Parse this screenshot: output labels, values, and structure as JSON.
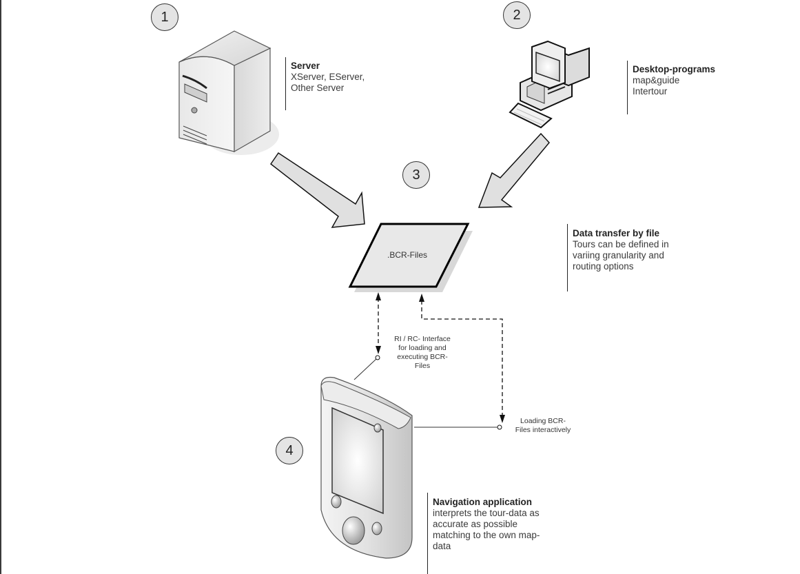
{
  "steps": [
    {
      "number": "1",
      "title": "Server",
      "lines": [
        "XServer, EServer,",
        "Other Server"
      ],
      "icon": "server-tower-icon"
    },
    {
      "number": "2",
      "title": "Desktop-programs",
      "lines": [
        "map&guide",
        "Intertour"
      ],
      "icon": "desktop-computer-icon"
    },
    {
      "number": "3",
      "title": "Data transfer by file",
      "lines": [
        "Tours can be defined in",
        "variing granularity and",
        "routing options"
      ],
      "icon": "file-parallelogram-icon"
    },
    {
      "number": "4",
      "title": "Navigation application",
      "lines": [
        "interprets the tour-data as",
        "accurate as possible",
        "matching to the own map-",
        "data"
      ],
      "icon": "pda-device-icon"
    }
  ],
  "file_shape_label": ".BCR-Files",
  "connectors": {
    "interface": {
      "lines": [
        "RI / RC- Interface",
        "for loading and",
        "executing BCR-",
        "Files"
      ]
    },
    "interactive": {
      "lines": [
        "Loading BCR-",
        "Files interactively"
      ]
    }
  },
  "colors": {
    "fill_light": "#e0e0e0",
    "stroke": "#111111",
    "text": "#333333"
  }
}
